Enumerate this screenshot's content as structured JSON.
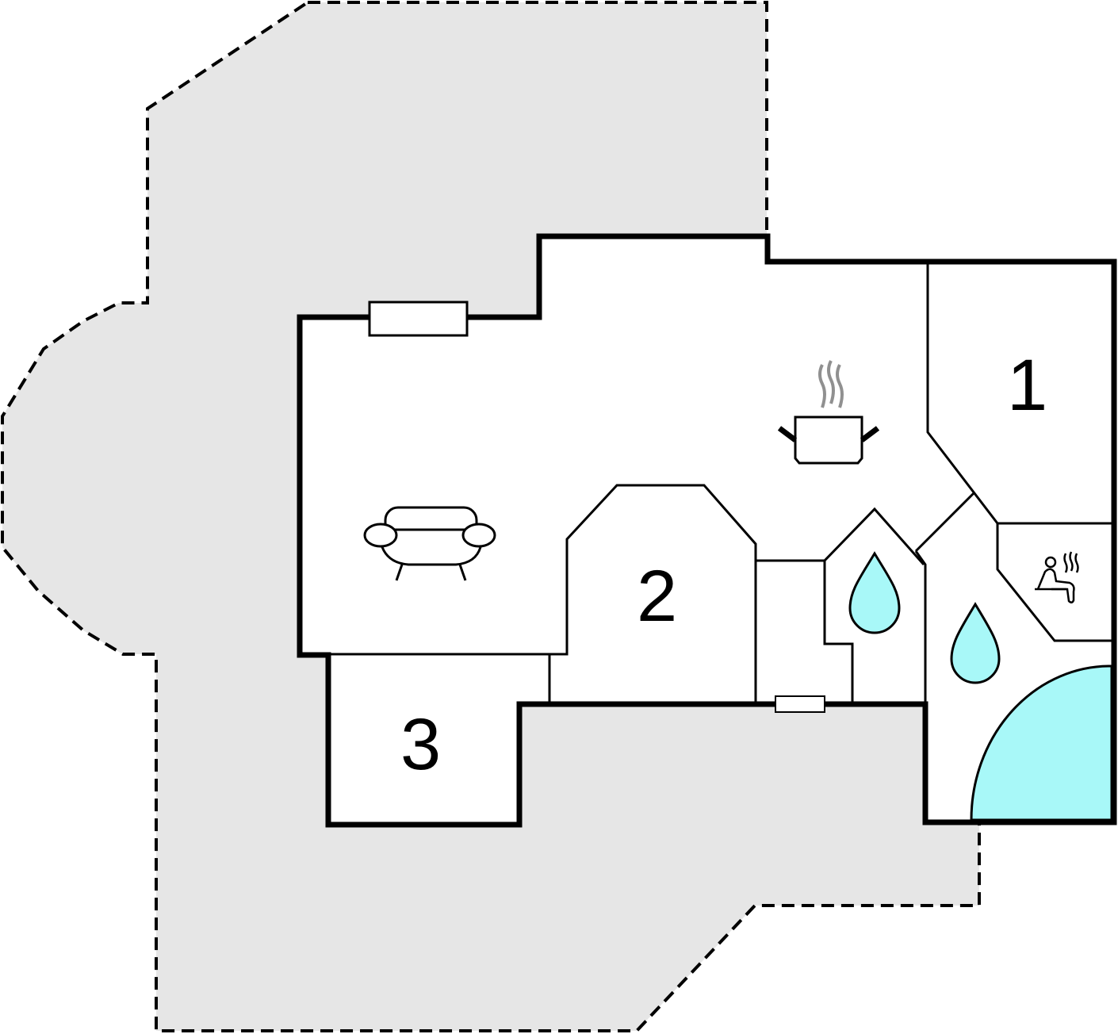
{
  "rooms": [
    {
      "label": "1",
      "type": "bedroom"
    },
    {
      "label": "2",
      "type": "bedroom"
    },
    {
      "label": "3",
      "type": "bedroom"
    }
  ],
  "icons": [
    "sofa-icon",
    "cooking-pot-icon",
    "water-drop-icon",
    "sauna-icon"
  ],
  "colors": {
    "terrace": "#e6e6e6",
    "water": "#a8f8f8",
    "wall": "#000000",
    "steam": "#909090"
  }
}
